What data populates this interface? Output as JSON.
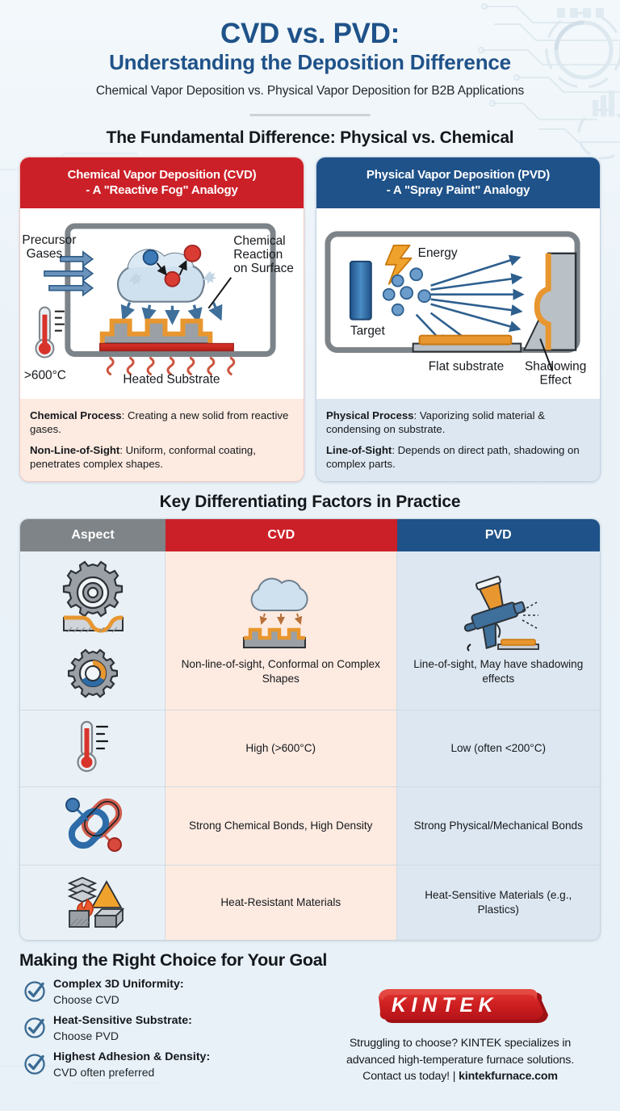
{
  "header": {
    "title_line1": "CVD vs. PVD:",
    "title_line2": "Understanding the Deposition Difference",
    "subtitle": "Chemical Vapor Deposition vs. Physical Vapor Deposition for B2B Applications"
  },
  "section1": {
    "heading": "The Fundamental Difference: Physical vs. Chemical",
    "cvd_card": {
      "head_line1": "Chemical Vapor Deposition (CVD)",
      "head_line2": "- A \"Reactive Fog\" Analogy",
      "diagram_labels": {
        "precursor": "Precursor",
        "gases": "Gases",
        "reaction_l1": "Chemical",
        "reaction_l2": "Reaction",
        "reaction_l3": "on Surface",
        "temperature": ">600°C",
        "substrate": "Heated Substrate"
      },
      "point1_label": "Chemical Process",
      "point1_text": ": Creating a new solid from reactive gases.",
      "point2_label": "Non-Line-of-Sight",
      "point2_text": ": Uniform, conformal coating, penetrates complex shapes."
    },
    "pvd_card": {
      "head_line1": "Physical Vapor Deposition (PVD)",
      "head_line2": "- A \"Spray Paint\" Analogy",
      "diagram_labels": {
        "energy": "Energy",
        "target": "Target",
        "flat_substrate": "Flat substrate",
        "shadow_l1": "Shadowing",
        "shadow_l2": "Effect"
      },
      "point1_label": "Physical Process",
      "point1_text": ": Vaporizing solid material & condensing on substrate.",
      "point2_label": "Line-of-Sight",
      "point2_text": ": Depends on direct path, shadowing on complex parts."
    }
  },
  "section2": {
    "heading": "Key Differentiating Factors in Practice",
    "columns": [
      "Aspect",
      "CVD",
      "PVD"
    ],
    "rows": [
      {
        "icon": "gear-coating-icon",
        "cvd": "Non-line-of-sight, Conformal on Complex Shapes",
        "pvd": "Line-of-sight, May have shadowing effects"
      },
      {
        "icon": "thermometer-icon",
        "cvd": "High (>600°C)",
        "pvd": "Low (often <200°C)"
      },
      {
        "icon": "chain-link-icon",
        "cvd": "Strong Chemical Bonds, High Density",
        "pvd": "Strong Physical/Mechanical Bonds"
      },
      {
        "icon": "heat-materials-icon",
        "cvd": "Heat-Resistant Materials",
        "pvd": "Heat-Sensitive Materials (e.g., Plastics)"
      }
    ]
  },
  "section3": {
    "heading": "Making the Right Choice for Your Goal",
    "choices": [
      {
        "label": "Complex 3D Uniformity:",
        "answer": "Choose CVD"
      },
      {
        "label": "Heat-Sensitive Substrate:",
        "answer": "Choose PVD"
      },
      {
        "label": "Highest Adhesion & Density:",
        "answer": "CVD often preferred"
      }
    ],
    "brand": "KINTEK",
    "cta_line1": "Struggling to choose? KINTEK specializes in",
    "cta_line2": "advanced high-temperature furnace solutions.",
    "cta_line3_a": "Contact us today! | ",
    "cta_line3_b": "kintekfurnace.com"
  },
  "colors": {
    "brand_red": "#cc2028",
    "brand_blue": "#1f5289",
    "aspect_gray": "#7e8488",
    "bg": "#eaf2f8",
    "cvd_tint": "#fdeae0",
    "pvd_tint": "#dde7f1",
    "orange": "#e8962f"
  }
}
